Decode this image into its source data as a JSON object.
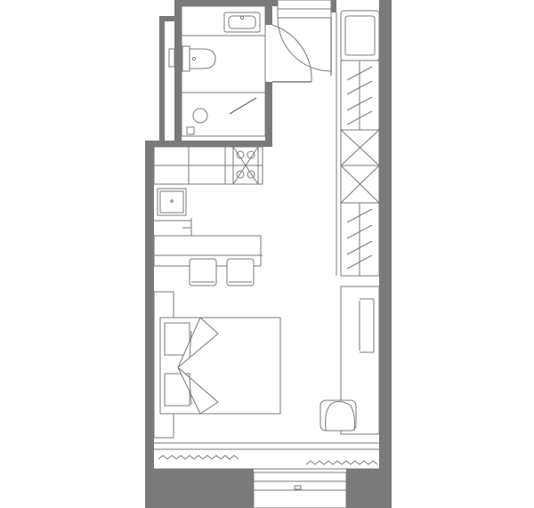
{
  "plan": {
    "colors": {
      "wall": "#7a7a7a",
      "line": "#7a7a7a",
      "background": "#ffffff"
    },
    "rooms": [
      "bathroom",
      "kitchen",
      "living-sleeping-area",
      "wardrobe",
      "balcony"
    ],
    "fixtures": [
      "bathroom-sink",
      "toilet",
      "shower-drain",
      "shower-glass-panel",
      "bathroom-door",
      "entrance-door",
      "refrigerator",
      "hob",
      "kitchen-sink",
      "bar-counter",
      "bar-stool",
      "bar-stool",
      "double-bed",
      "pillow",
      "pillow",
      "desk",
      "desk-chair",
      "wardrobe",
      "radiator",
      "radiator",
      "balcony-door"
    ]
  }
}
